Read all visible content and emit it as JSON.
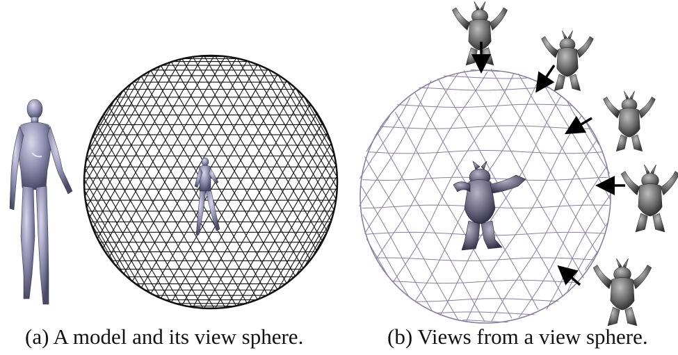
{
  "panels": [
    {
      "id": "a",
      "caption": "(a) A model and its view sphere."
    },
    {
      "id": "b",
      "caption": "(b) Views from a view sphere."
    }
  ],
  "colors": {
    "dense_mesh": "#111111",
    "light_mesh": "#8a7ca0",
    "model_skin": "#8f8eb0",
    "armadillo_grey": "#6d6d6d",
    "arrow": "#000000"
  },
  "icons": [
    "human-figure-icon",
    "armadillo-icon",
    "arrow-icon"
  ]
}
